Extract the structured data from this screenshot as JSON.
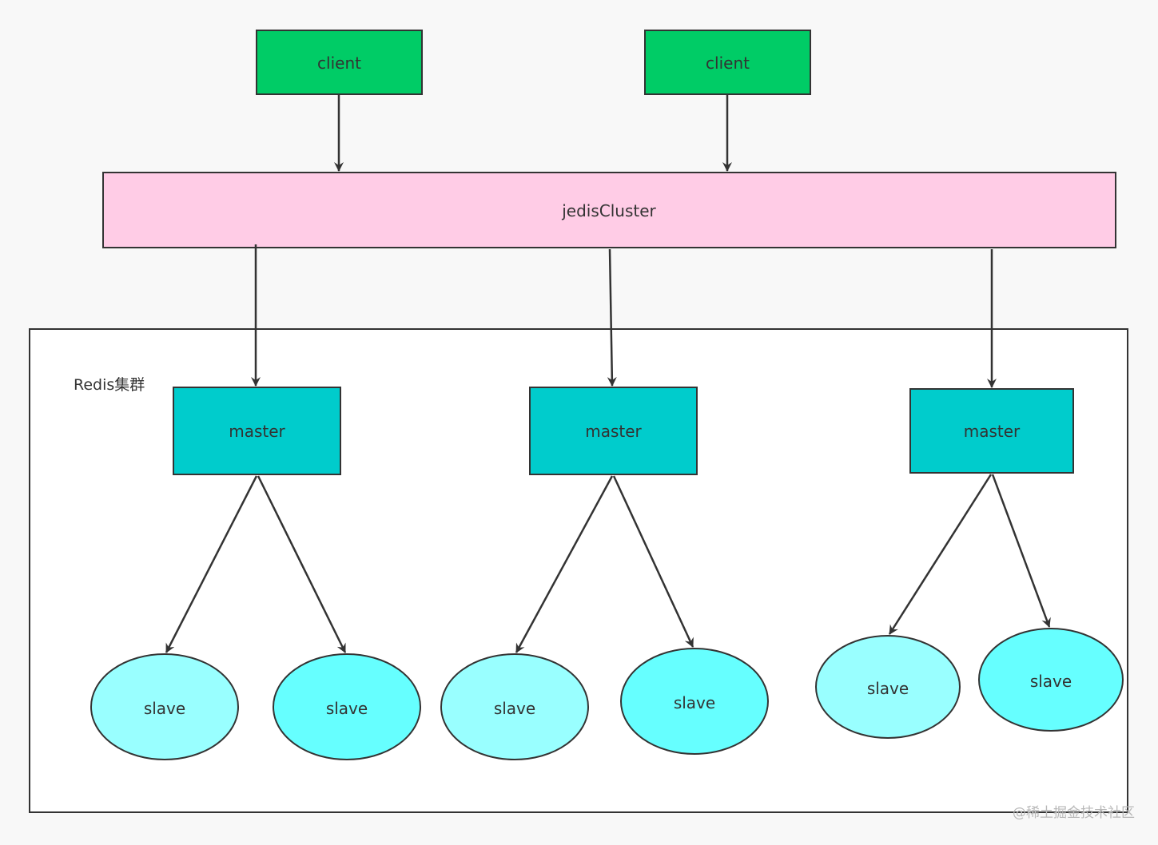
{
  "diagram": {
    "clients": [
      {
        "label": "client"
      },
      {
        "label": "client"
      }
    ],
    "cluster_client": {
      "label": "jedisCluster"
    },
    "redis_group": {
      "label": "Redis集群"
    },
    "masters": [
      {
        "label": "master",
        "slaves": [
          {
            "label": "slave"
          },
          {
            "label": "slave"
          }
        ]
      },
      {
        "label": "master",
        "slaves": [
          {
            "label": "slave"
          },
          {
            "label": "slave"
          }
        ]
      },
      {
        "label": "master",
        "slaves": [
          {
            "label": "slave"
          },
          {
            "label": "slave"
          }
        ]
      }
    ],
    "watermark": "@稀土掘金技术社区"
  },
  "colors": {
    "client_fill": "#00cc66",
    "jedis_fill": "#ffcce6",
    "master_fill": "#00cccc",
    "slave_light_fill": "#99ffff",
    "slave_dark_fill": "#66ffff",
    "stroke": "#333333",
    "background": "#f8f8f8"
  }
}
